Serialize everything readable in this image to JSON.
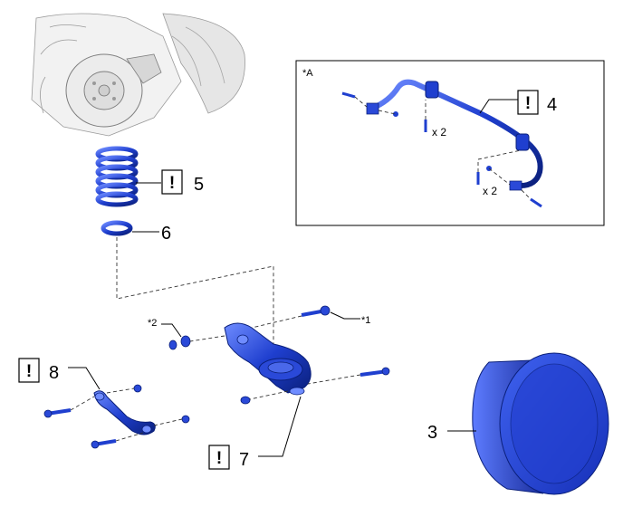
{
  "callouts": {
    "n3": "3",
    "n4": "4",
    "n5": "5",
    "n6": "6",
    "n7": "7",
    "n8": "8"
  },
  "caution_mark": "!",
  "notes": {
    "star1": "*1",
    "star2": "*2",
    "starA": "*A",
    "x2_a": "x 2",
    "x2_b": "x 2"
  },
  "colors": {
    "part_blue": "#1f3fcf",
    "part_dark": "#0a1f7a",
    "background_sketch": "#8a8a8a",
    "frame": "#000000"
  },
  "icons": {
    "caution": "caution-exclamation-box"
  }
}
